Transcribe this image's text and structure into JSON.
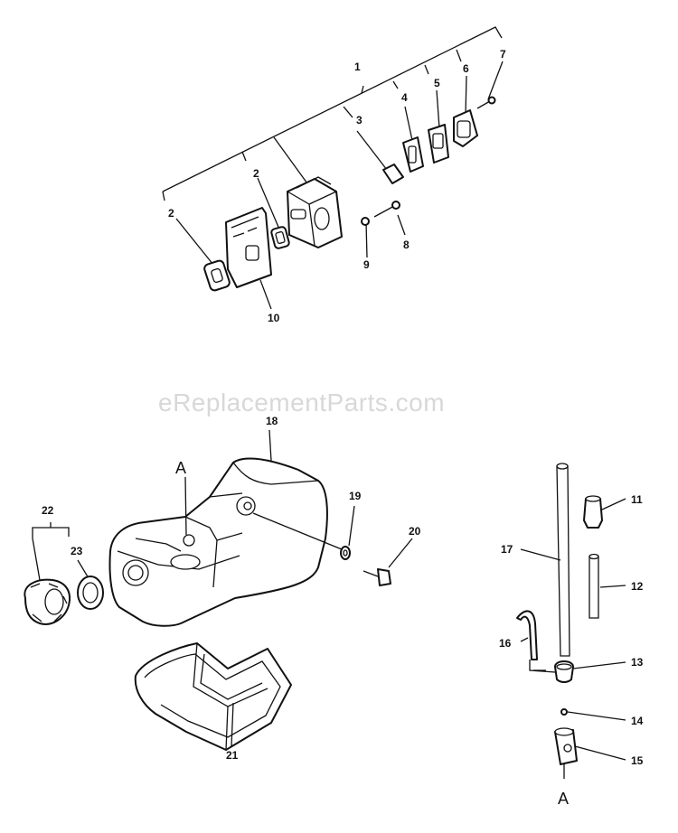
{
  "watermark": "eReplacementParts.com",
  "labels": {
    "l1": "1",
    "l2a": "2",
    "l2b": "2",
    "l3": "3",
    "l4": "4",
    "l5": "5",
    "l6": "6",
    "l7": "7",
    "l8": "8",
    "l9": "9",
    "l10": "10",
    "l11": "11",
    "l12": "12",
    "l13": "13",
    "l14": "14",
    "l15": "15",
    "l16": "16",
    "l17": "17",
    "l18": "18",
    "l19": "19",
    "l20": "20",
    "l21": "21",
    "l22": "22",
    "l23": "23"
  },
  "refs": {
    "a_top": "A",
    "a_bottom": "A"
  }
}
